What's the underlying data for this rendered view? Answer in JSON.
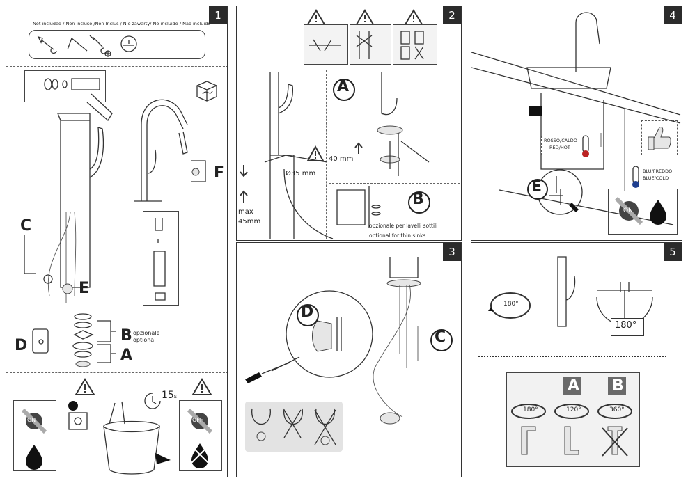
{
  "panels": {
    "p1": {
      "number": "1",
      "not_included": "Not included / Non incluso /Non Inclus / Nie zawarty/ No incluido / Nao incluido",
      "label_c": "C",
      "label_e": "E",
      "label_f": "F",
      "label_d": "D",
      "label_b": "B",
      "label_a": "A",
      "opzionale": "opzionale",
      "optional": "optional",
      "on": "ON",
      "off": "OFF",
      "timer": "15",
      "timer_unit": "s"
    },
    "p2": {
      "number": "2",
      "label_a": "A",
      "label_b": "B",
      "diameter": "Ø35 mm",
      "max": "max",
      "max_val": "45mm",
      "height": "40 mm",
      "opt_it": "opzionale per lavelli sottili",
      "opt_en": "optional for thin sinks"
    },
    "p3": {
      "number": "3",
      "label_d": "D",
      "label_c": "C"
    },
    "p4": {
      "number": "4",
      "hot_it": "ROSSO/CALDO",
      "hot_en": "RED/HOT",
      "cold_it": "BLU/FREDDO",
      "cold_en": "BLUE/COLD",
      "label_e": "E",
      "on": "ON"
    },
    "p5": {
      "number": "5",
      "rot1": "180°",
      "rot_box": "180°",
      "label_a": "A",
      "label_b": "B",
      "r1": "180°",
      "r2": "120°",
      "r3": "360°"
    }
  },
  "colors": {
    "border": "#333333",
    "badge": "#2b2b2b",
    "accent_gray": "#6a6a6a",
    "cold": "#1f3f8f"
  }
}
